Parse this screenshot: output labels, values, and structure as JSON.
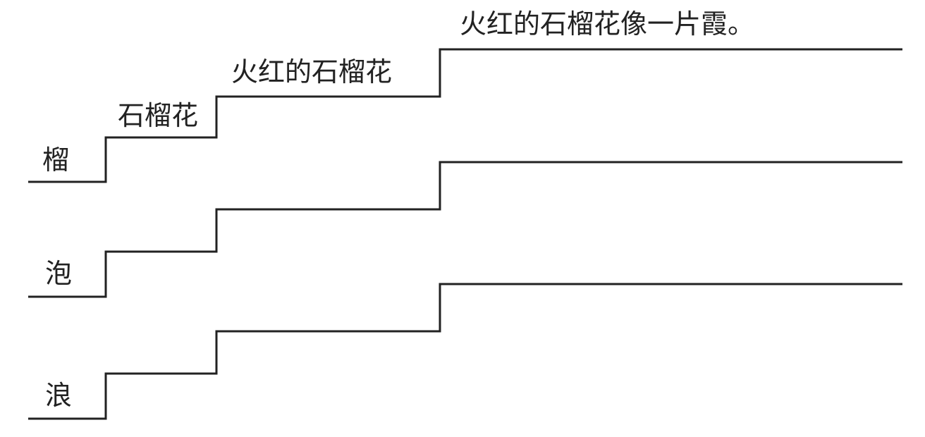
{
  "exercise": {
    "rows": [
      {
        "start_char": "榴",
        "steps": [
          "石榴花",
          "火红的石榴花",
          "火红的石榴花像一片霞。"
        ]
      },
      {
        "start_char": "泡",
        "steps": [
          "",
          "",
          ""
        ]
      },
      {
        "start_char": "浪",
        "steps": [
          "",
          "",
          ""
        ]
      }
    ]
  }
}
